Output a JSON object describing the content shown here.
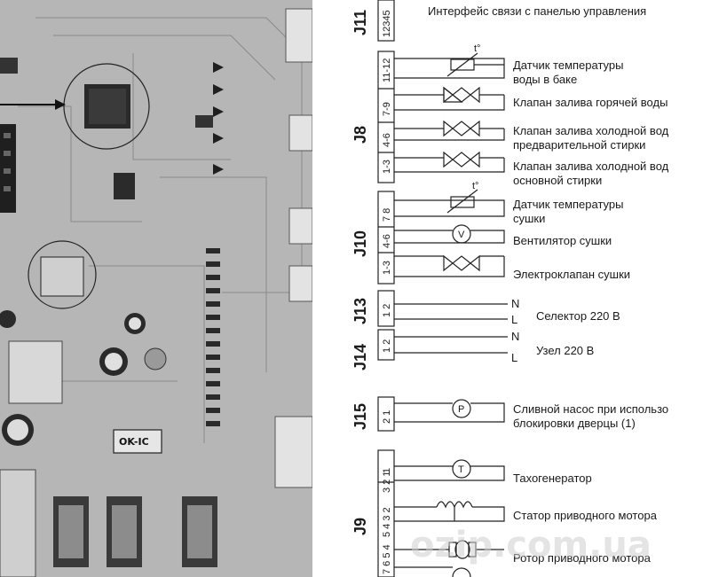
{
  "connectors": {
    "j11": {
      "name": "J11",
      "pins": "12345",
      "label": "Интерфейс связи с панелью управления"
    },
    "j8": {
      "name": "J8",
      "pins": [
        "11-12",
        "7-9",
        "4-6",
        "1-3"
      ],
      "labels": [
        "Датчик температуры",
        "воды в баке",
        "Клапан залива горячей воды",
        "Клапан залива холодной вод",
        "предварительной стирки",
        "Клапан залива холодной вод",
        "основной стирки"
      ]
    },
    "j10": {
      "name": "J10",
      "pins": [
        "7 8",
        "4-6",
        "1-3"
      ],
      "labels": [
        "Датчик температуры",
        "сушки",
        "Вентилятор сушки",
        "Электроклапан сушки"
      ]
    },
    "j13": {
      "name": "J13",
      "pins": "1 2",
      "label": "Селектор  220 В"
    },
    "j14": {
      "name": "J14",
      "pins": "1 2",
      "label": "Узел  220 В"
    },
    "j15": {
      "name": "J15",
      "pins": "2 1",
      "labels": [
        "Сливной насос при использо",
        "блокировки дверцы (1)"
      ]
    },
    "j9": {
      "name": "J9",
      "pins": [
        "1",
        "3 2 1",
        "5 4 3 2",
        "7 6 5 4"
      ],
      "labels": [
        "Тахогенератор",
        "Статор приводного мотора",
        "Ротор приводного мотора"
      ]
    }
  },
  "symbols": {
    "t_sensor": "t°",
    "fan": "V",
    "pump": "P",
    "tacho": "T"
  },
  "line_letters": {
    "n1": "N",
    "l": "L",
    "n2": "N",
    "l2": "L"
  },
  "pcb": {
    "component_label": "OK-IC"
  },
  "watermark": "ozip.com.ua"
}
